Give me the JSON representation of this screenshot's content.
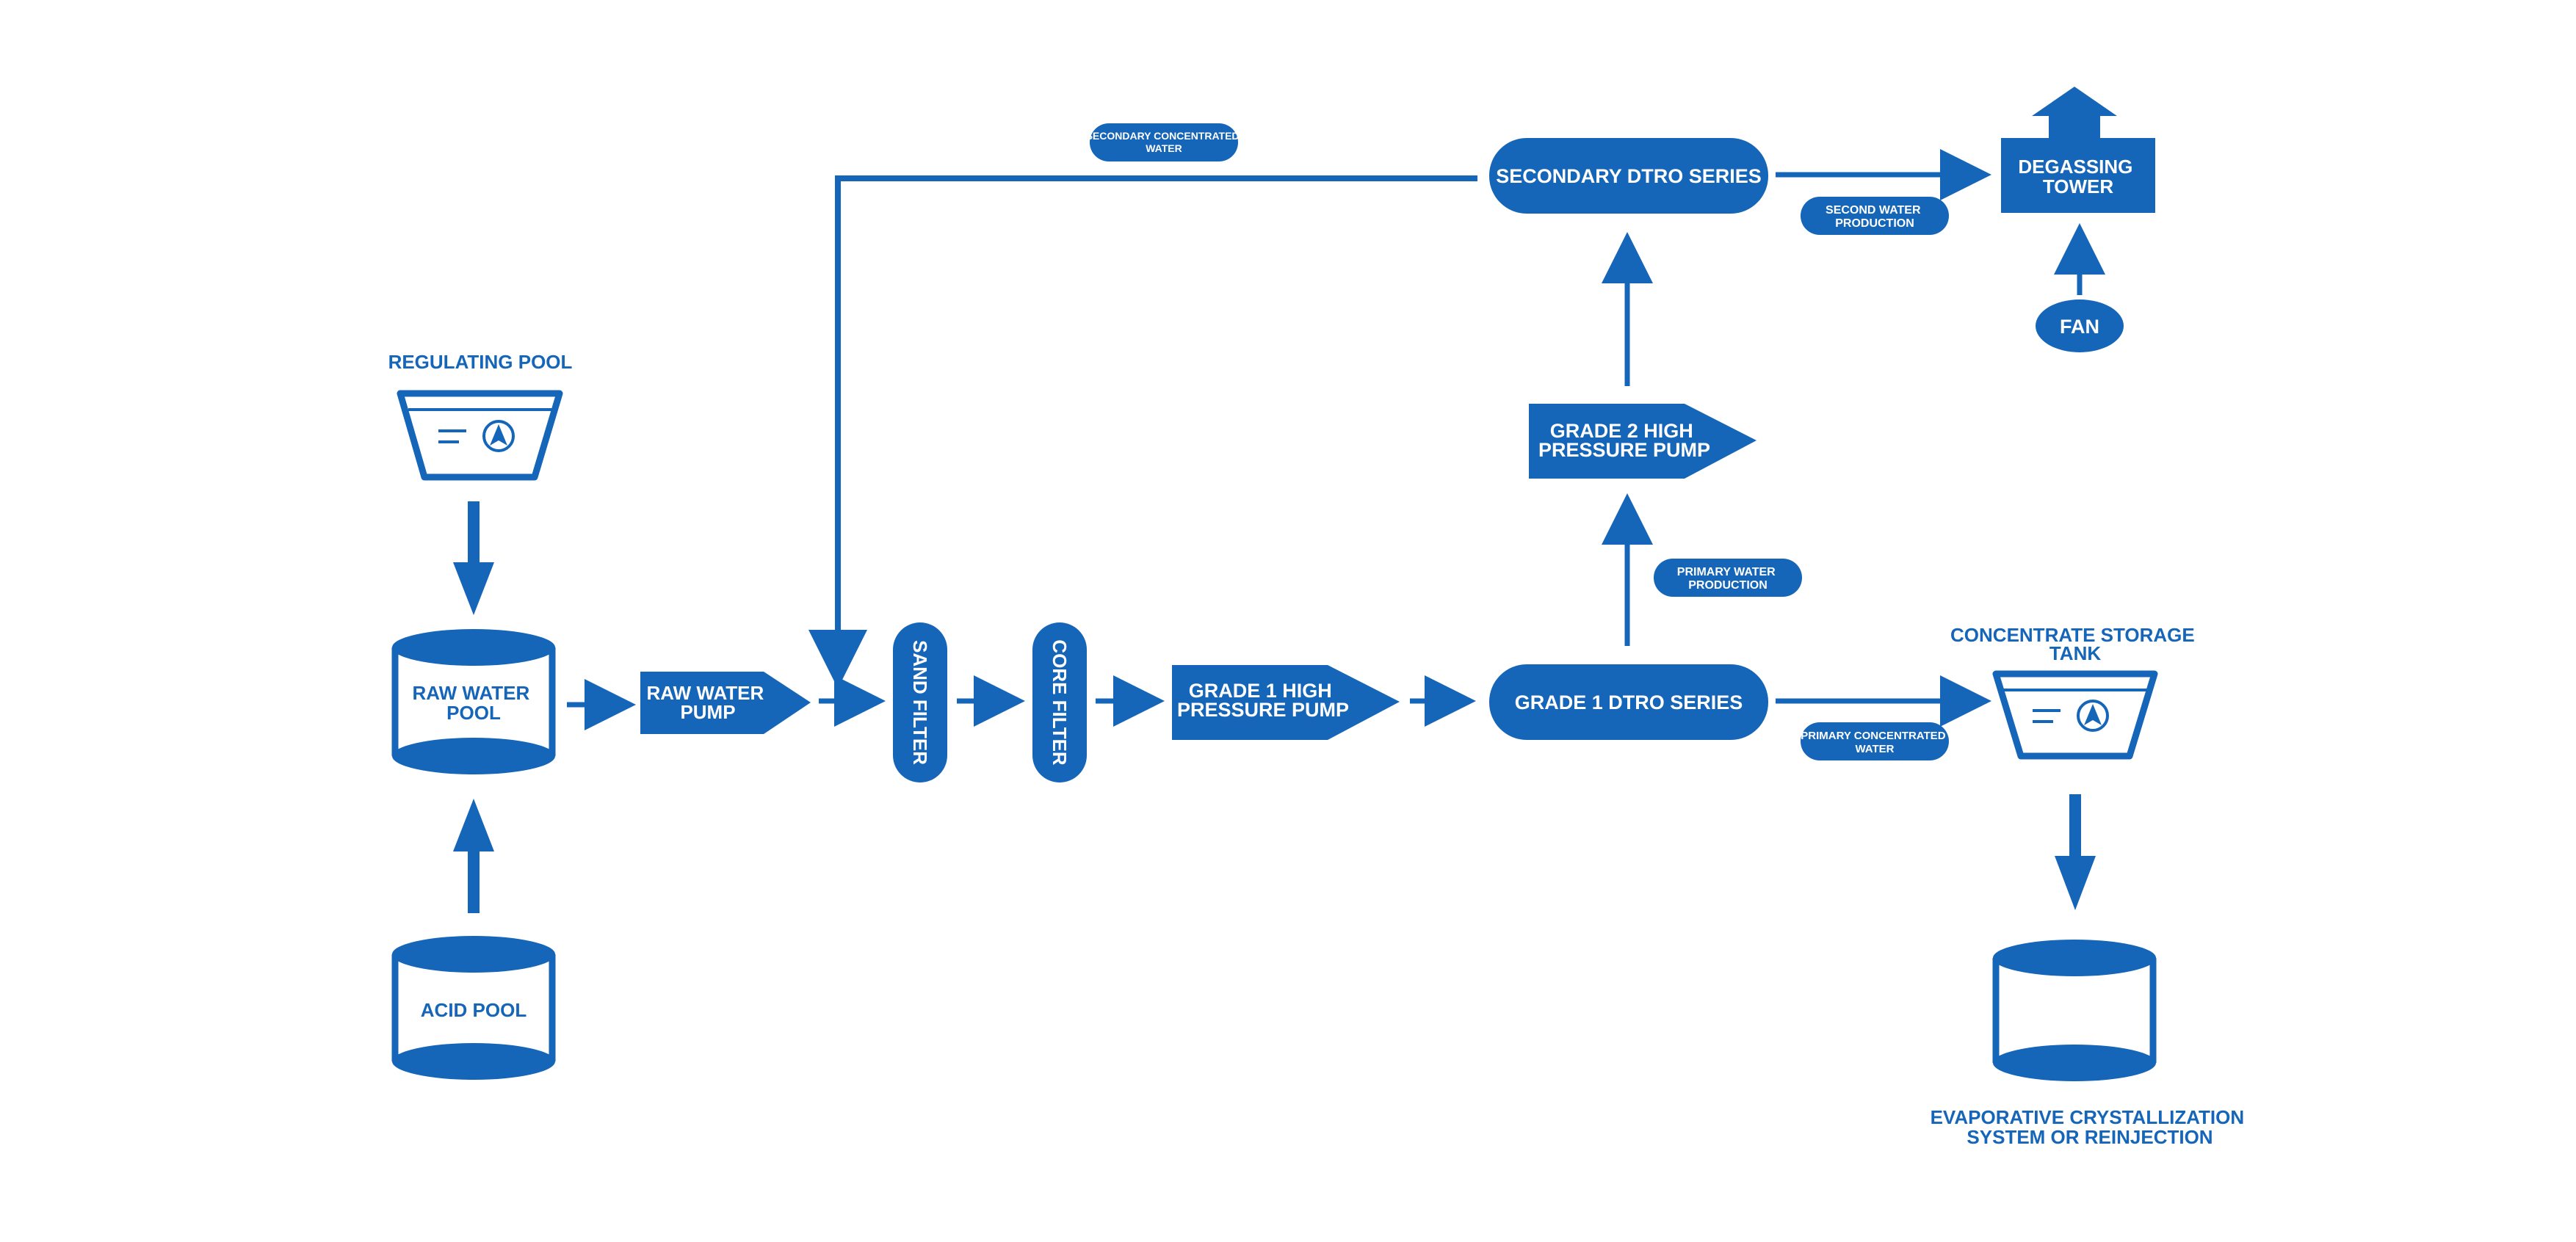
{
  "colors": {
    "primary": "#1565b8",
    "background": "#ffffff",
    "text_on_primary": "#ffffff"
  },
  "nodes": {
    "regulating_pool": "REGULATING POOL",
    "raw_water_pool": [
      "RAW WATER",
      "POOL"
    ],
    "acid_pool": "ACID POOL",
    "raw_water_pump": [
      "RAW WATER",
      "PUMP"
    ],
    "sand_filter": "SAND FILTER",
    "core_filter": "CORE FILTER",
    "grade1_pump": [
      "GRADE 1 HIGH",
      "PRESSURE PUMP"
    ],
    "grade1_dtro": "GRADE 1 DTRO SERIES",
    "grade2_pump": [
      "GRADE 2 HIGH",
      "PRESSURE PUMP"
    ],
    "secondary_dtro": "SECONDARY DTRO SERIES",
    "degassing_tower": [
      "DEGASSING",
      "TOWER"
    ],
    "fan": "FAN",
    "concentrate_tank": [
      "CONCENTRATE STORAGE",
      "TANK"
    ],
    "evaporative": [
      "EVAPORATIVE CRYSTALLIZATION",
      "SYSTEM OR REINJECTION"
    ]
  },
  "flow_labels": {
    "secondary_concentrated": [
      "SECONDARY CONCENTRATED",
      "WATER"
    ],
    "second_water": [
      "SECOND WATER",
      "PRODUCTION"
    ],
    "primary_water": [
      "PRIMARY WATER",
      "PRODUCTION"
    ],
    "primary_concentrated": [
      "PRIMARY CONCENTRATED",
      "WATER"
    ]
  },
  "icons": [
    "pool-tank-icon",
    "pump-arrow-icon",
    "up-arrow-icon"
  ]
}
